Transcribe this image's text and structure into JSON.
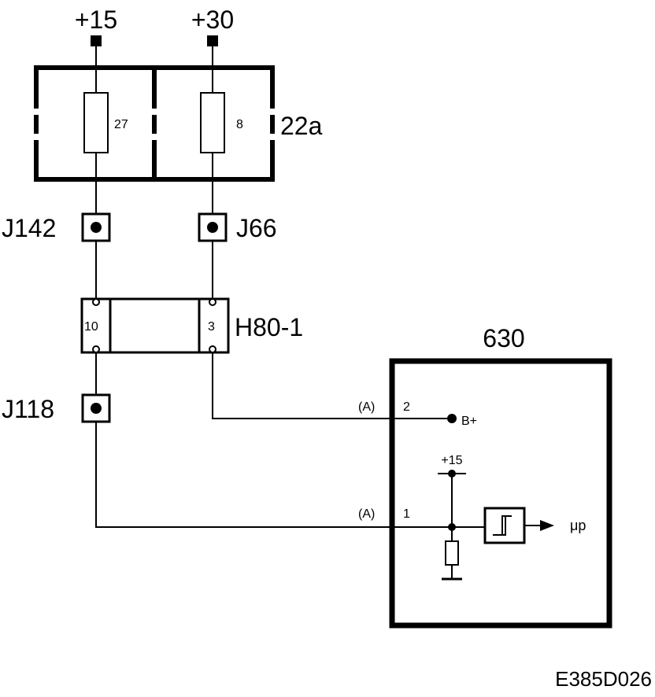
{
  "terminals": {
    "plus15": "+15",
    "plus30": "+30"
  },
  "fuse_box": {
    "label": "22a",
    "fuse_left": "27",
    "fuse_right": "8"
  },
  "junctions": {
    "j142": "J142",
    "j66": "J66",
    "j118": "J118"
  },
  "connector": {
    "label": "H80-1",
    "pin_left": "10",
    "pin_right": "3"
  },
  "module": {
    "label": "630",
    "pin2_conn": "(A)",
    "pin2_num": "2",
    "pin2_signal": "B+",
    "pin1_conn": "(A)",
    "pin1_num": "1",
    "supply": "+15",
    "output": "μp"
  },
  "figure_id": "E385D026"
}
